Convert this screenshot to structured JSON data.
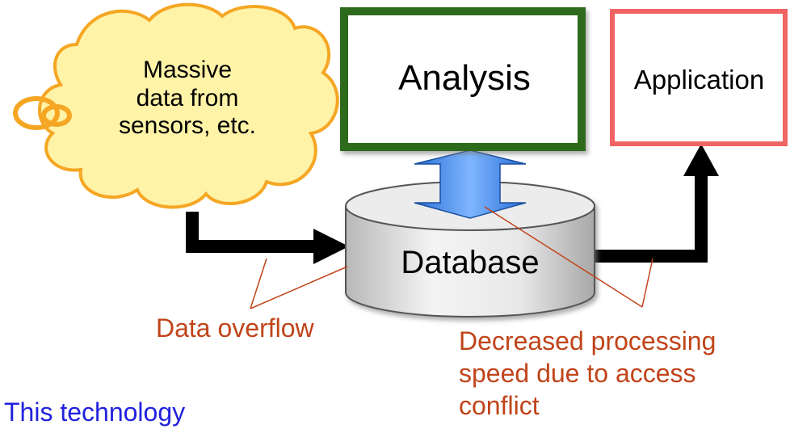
{
  "cloud": {
    "text": "Massive\ndata from\nsensors, etc."
  },
  "analysis_box": {
    "label": "Analysis",
    "border_color": "#2e6b1f"
  },
  "application_box": {
    "label": "Application",
    "border_color": "#f06464"
  },
  "database": {
    "label": "Database"
  },
  "annotations": {
    "data_overflow": "Data overflow",
    "decreased_speed": "Decreased processing\nspeed due to access\nconflict"
  },
  "footer": {
    "text": "This technology"
  },
  "colors": {
    "cloud_fill": "#fff3a8",
    "cloud_stroke": "#f5a623",
    "arrow": "#000000",
    "annotation": "#c0441a",
    "updown_arrow": "#4a90e2"
  }
}
